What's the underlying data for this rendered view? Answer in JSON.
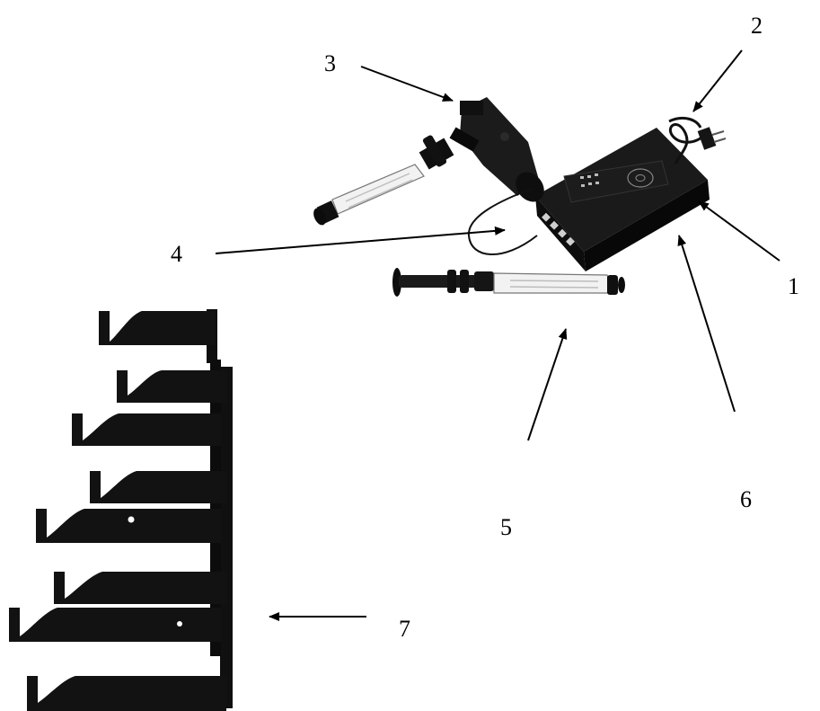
{
  "callouts": {
    "c1": "1",
    "c2": "2",
    "c3": "3",
    "c4": "4",
    "c5": "5",
    "c6": "6",
    "c7": "7"
  },
  "colors": {
    "metal": "#111111",
    "grip": "#f2f2f2",
    "ink": "#000000"
  }
}
